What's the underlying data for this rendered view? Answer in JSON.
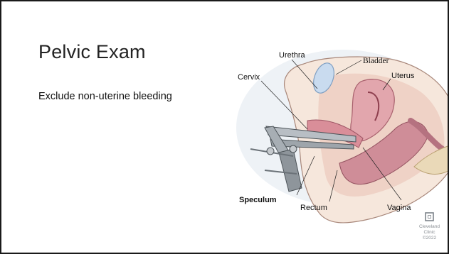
{
  "slide": {
    "title": "Pelvic Exam",
    "bullet": "Exclude non-uterine bleeding"
  },
  "illustration": {
    "labels": {
      "urethra": "Urethra",
      "bladder": "Bladder",
      "cervix": "Cervix",
      "uterus": "Uterus",
      "speculum": "Speculum",
      "rectum": "Rectum",
      "vagina": "Vagina"
    }
  },
  "logo": {
    "line1": "Cleveland",
    "line2": "Clinic",
    "line3": "©2022"
  }
}
